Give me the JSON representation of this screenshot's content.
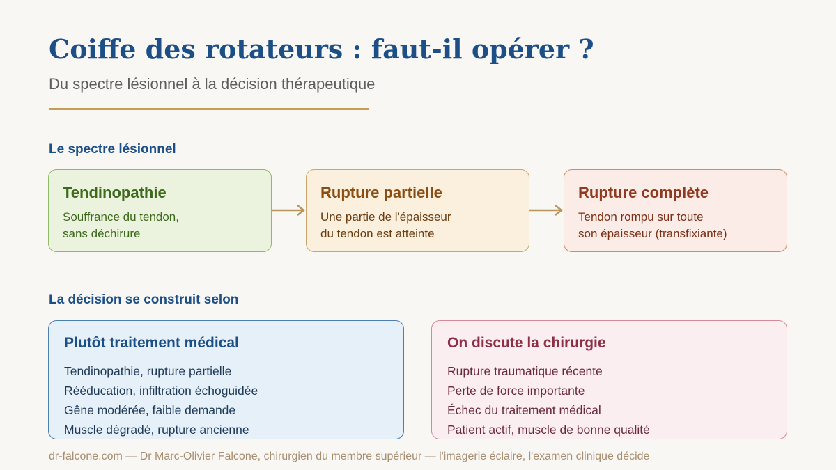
{
  "header": {
    "title": "Coiffe des rotateurs : faut-il opérer ?",
    "subtitle": "Du spectre lésionnel à la décision thérapeutique"
  },
  "spectrum": {
    "heading": "Le spectre lésionnel",
    "stages": [
      {
        "title": "Tendinopathie",
        "desc_line1": "Souffrance du tendon,",
        "desc_line2": "sans déchirure"
      },
      {
        "title": "Rupture partielle",
        "desc_line1": "Une partie de l'épaisseur",
        "desc_line2": "du tendon est atteinte"
      },
      {
        "title": "Rupture complète",
        "desc_line1": "Tendon rompu sur toute",
        "desc_line2": "son épaisseur (transfixiante)"
      }
    ]
  },
  "decision": {
    "heading": "La décision se construit selon",
    "medical": {
      "title": "Plutôt traitement médical",
      "items": [
        "Tendinopathie, rupture partielle",
        "Rééducation, infiltration échoguidée",
        "Gêne modérée, faible demande",
        "Muscle dégradé, rupture ancienne"
      ]
    },
    "surgery": {
      "title": "On discute la chirurgie",
      "items": [
        "Rupture traumatique récente",
        "Perte de force importante",
        "Échec du traitement médical",
        "Patient actif, muscle de bonne qualité"
      ]
    }
  },
  "footer": {
    "text": "dr-falcone.com — Dr Marc-Olivier Falcone, chirurgien du membre supérieur — l'imagerie éclaire, l'examen clinique décide"
  },
  "colors": {
    "accent_blue": "#1c4f86",
    "rule_gold": "#c59e55",
    "arrow_color": "#b8955a"
  }
}
